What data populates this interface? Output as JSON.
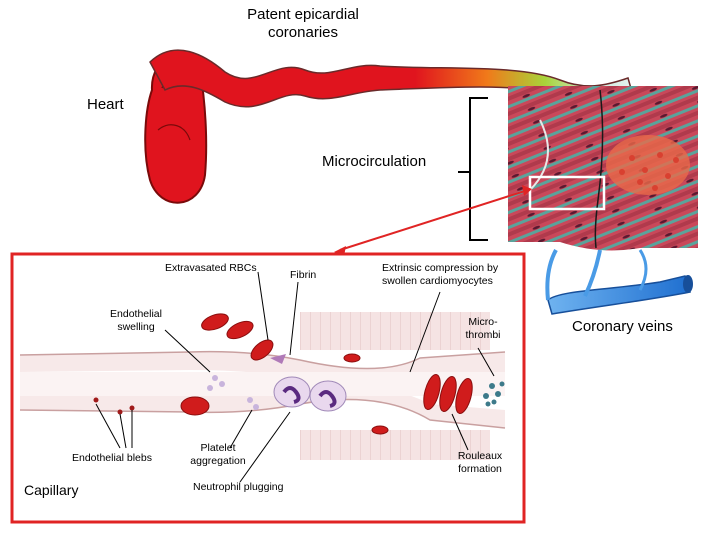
{
  "labels": {
    "patent_coronaries": "Patent epicardial coronaries",
    "heart": "Heart",
    "microcirculation": "Microcirculation",
    "coronary_veins": "Coronary veins",
    "extravasated_rbcs": "Extravasated RBCs",
    "fibrin": "Fibrin",
    "extrinsic_compression": "Extrinsic compression by swollen cardiomyocytes",
    "endothelial_swelling": "Endothelial swelling",
    "microthrombi": "Micro-thrombi",
    "endothelial_blebs": "Endothelial blebs",
    "platelet_aggregation": "Platelet aggregation",
    "rouleaux_formation": "Rouleaux formation",
    "capillary": "Capillary",
    "neutrophil_plugging": "Neutrophil plugging"
  },
  "colors": {
    "artery_red": "#e0141e",
    "vein_blue": "#2f80d8",
    "frame_red": "#e02424",
    "highlight_box": "#ffffff"
  }
}
